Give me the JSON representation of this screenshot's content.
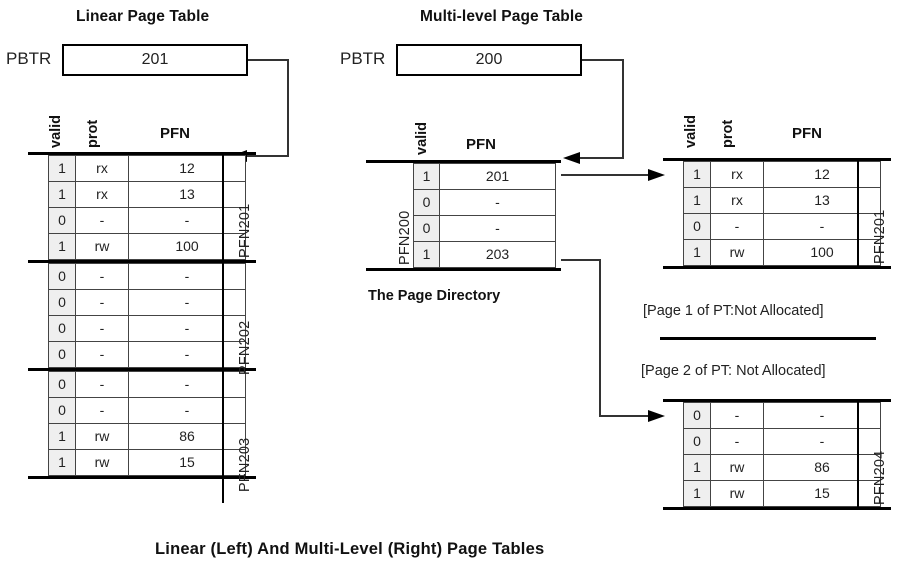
{
  "figure": {
    "caption": "Linear (Left) And Multi-Level (Right) Page Tables"
  },
  "linear": {
    "title": "Linear Page Table",
    "pbtr": {
      "label": "PBTR",
      "value": "201"
    },
    "headers": {
      "valid": "valid",
      "prot": "prot",
      "pfn": "PFN"
    },
    "groups": [
      {
        "side_label": "PFN201",
        "rows": [
          {
            "valid": "1",
            "prot": "rx",
            "pfn": "12"
          },
          {
            "valid": "1",
            "prot": "rx",
            "pfn": "13"
          },
          {
            "valid": "0",
            "prot": "-",
            "pfn": "-"
          },
          {
            "valid": "1",
            "prot": "rw",
            "pfn": "100"
          }
        ]
      },
      {
        "side_label": "PFN202",
        "rows": [
          {
            "valid": "0",
            "prot": "-",
            "pfn": "-"
          },
          {
            "valid": "0",
            "prot": "-",
            "pfn": "-"
          },
          {
            "valid": "0",
            "prot": "-",
            "pfn": "-"
          },
          {
            "valid": "0",
            "prot": "-",
            "pfn": "-"
          }
        ]
      },
      {
        "side_label": "PFN203",
        "rows": [
          {
            "valid": "0",
            "prot": "-",
            "pfn": "-"
          },
          {
            "valid": "0",
            "prot": "-",
            "pfn": "-"
          },
          {
            "valid": "1",
            "prot": "rw",
            "pfn": "86"
          },
          {
            "valid": "1",
            "prot": "rw",
            "pfn": "15"
          }
        ]
      }
    ]
  },
  "multilevel": {
    "title": "Multi-level Page Table",
    "pbtr": {
      "label": "PBTR",
      "value": "200"
    },
    "directory": {
      "caption": "The Page Directory",
      "side_label": "PFN200",
      "headers": {
        "valid": "valid",
        "pfn": "PFN"
      },
      "rows": [
        {
          "valid": "1",
          "pfn": "201"
        },
        {
          "valid": "0",
          "pfn": "-"
        },
        {
          "valid": "0",
          "pfn": "-"
        },
        {
          "valid": "1",
          "pfn": "203"
        }
      ]
    },
    "page_tables": [
      {
        "side_label": "PFN201",
        "headers": {
          "valid": "valid",
          "prot": "prot",
          "pfn": "PFN"
        },
        "rows": [
          {
            "valid": "1",
            "prot": "rx",
            "pfn": "12"
          },
          {
            "valid": "1",
            "prot": "rx",
            "pfn": "13"
          },
          {
            "valid": "0",
            "prot": "-",
            "pfn": "-"
          },
          {
            "valid": "1",
            "prot": "rw",
            "pfn": "100"
          }
        ]
      },
      {
        "side_label": "PFN204",
        "rows": [
          {
            "valid": "0",
            "prot": "-",
            "pfn": "-"
          },
          {
            "valid": "0",
            "prot": "-",
            "pfn": "-"
          },
          {
            "valid": "1",
            "prot": "rw",
            "pfn": "86"
          },
          {
            "valid": "1",
            "prot": "rw",
            "pfn": "15"
          }
        ]
      }
    ],
    "notes": [
      "[Page 1 of PT:Not Allocated]",
      "[Page 2 of PT: Not Allocated]"
    ]
  }
}
